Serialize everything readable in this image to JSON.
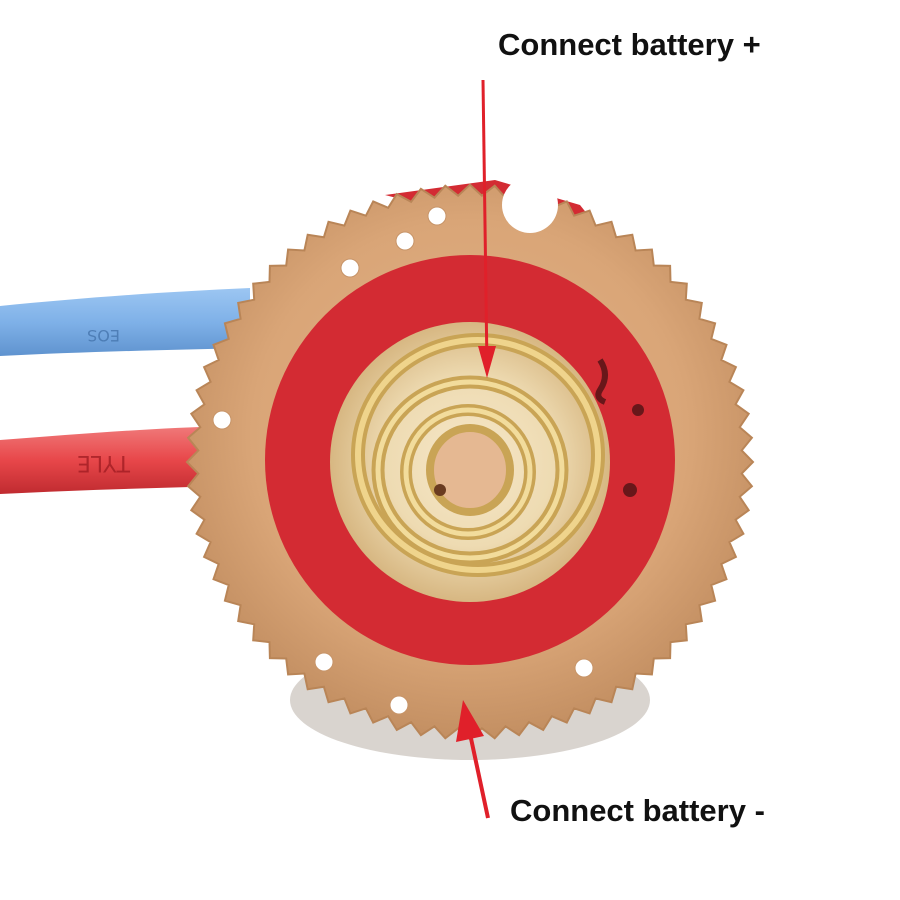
{
  "labels": {
    "positive": "Connect battery +",
    "negative": "Connect battery -"
  },
  "wires": {
    "blue_text": "EOS",
    "red_text": "TYLE"
  },
  "colors": {
    "board": "#d9a577",
    "board_edge": "#c48f62",
    "red_ring": "#d32b33",
    "wire_blue": "#7fb1e8",
    "wire_red": "#e8474a",
    "spring": "#e1c173",
    "arrow": "#e0202a"
  },
  "icons": [
    "spring-contact",
    "pcb-board",
    "arrow-pointer"
  ]
}
